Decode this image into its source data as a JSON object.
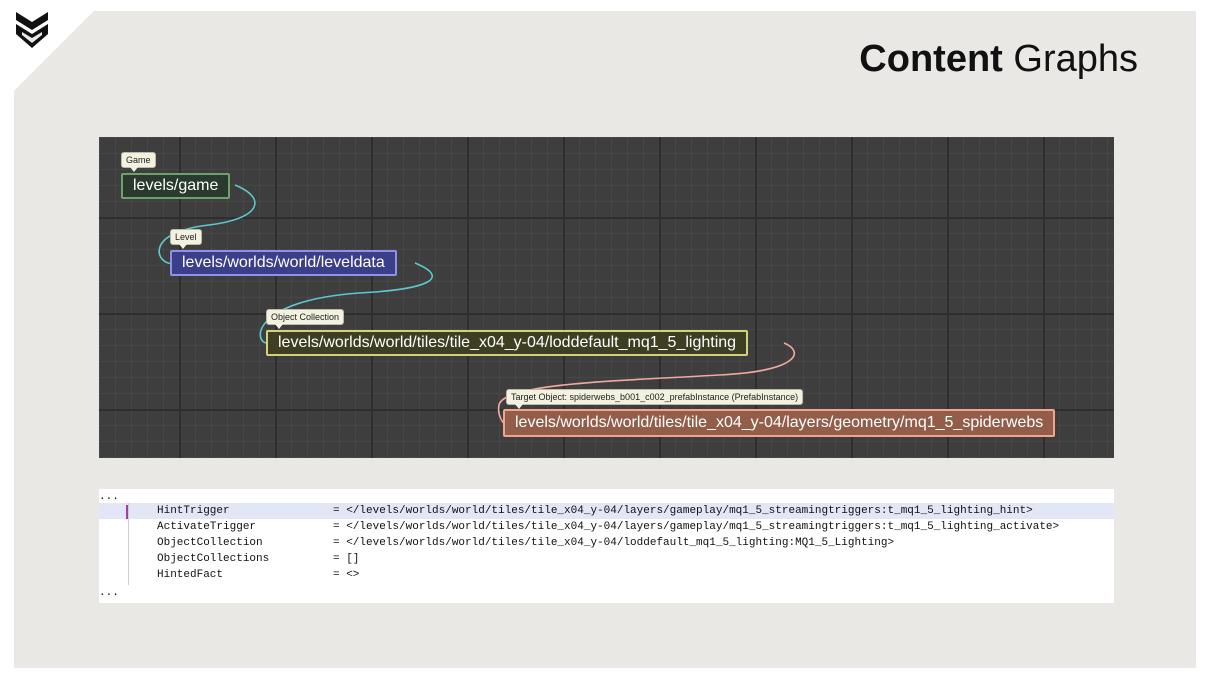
{
  "slide": {
    "title_bold": "Content",
    "title_rest": " Graphs"
  },
  "graph": {
    "nodes": [
      {
        "tag": "Game",
        "label": "levels/game"
      },
      {
        "tag": "Level",
        "label": "levels/worlds/world/leveldata"
      },
      {
        "tag": "Object Collection",
        "label": "levels/worlds/world/tiles/tile_x04_y-04/loddefault_mq1_5_lighting"
      },
      {
        "tag": "Target Object: spiderwebs_b001_c002_prefabInstance (PrefabInstance)",
        "label": "levels/worlds/world/tiles/tile_x04_y-04/layers/geometry/mq1_5_spiderwebs"
      }
    ],
    "colors": {
      "game": "#6da36b",
      "level": "#8d92e8",
      "object_collection": "#d4d07e",
      "target": "#f1a58c",
      "wire_cyan": "#5ec8cf",
      "wire_pink": "#f3a8a0"
    }
  },
  "code": {
    "ellipsis_top": "...",
    "ellipsis_bottom": "...",
    "lines": [
      {
        "key": "HintTrigger",
        "value": "= </levels/worlds/world/tiles/tile_x04_y-04/layers/gameplay/mq1_5_streamingtriggers:t_mq1_5_lighting_hint>"
      },
      {
        "key": "ActivateTrigger",
        "value": "= </levels/worlds/world/tiles/tile_x04_y-04/layers/gameplay/mq1_5_streamingtriggers:t_mq1_5_lighting_activate>"
      },
      {
        "key": "ObjectCollection",
        "value": "= </levels/worlds/world/tiles/tile_x04_y-04/loddefault_mq1_5_lighting:MQ1_5_Lighting>"
      },
      {
        "key": "ObjectCollections",
        "value": "= []"
      },
      {
        "key": "HintedFact",
        "value": "= <>"
      }
    ]
  }
}
